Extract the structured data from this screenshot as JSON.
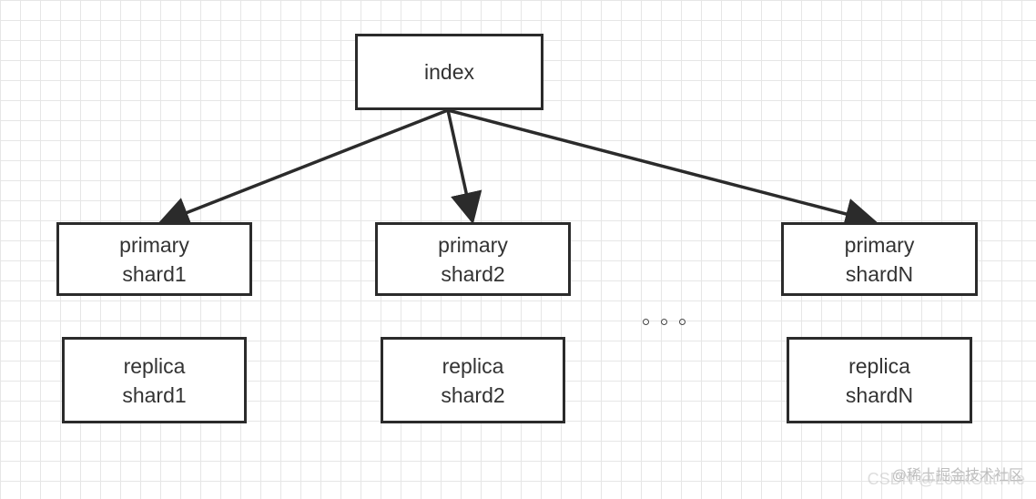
{
  "index": {
    "label": "index"
  },
  "primaries": [
    {
      "line1": "primary",
      "line2": "shard1"
    },
    {
      "line1": "primary",
      "line2": "shard2"
    },
    {
      "line1": "primary",
      "line2": "shardN"
    }
  ],
  "replicas": [
    {
      "line1": "replica",
      "line2": "shard1"
    },
    {
      "line1": "replica",
      "line2": "shard2"
    },
    {
      "line1": "replica",
      "line2": "shardN"
    }
  ],
  "watermark": {
    "site": "@稀土掘金技术社区",
    "author": "CSDN @LookOutThe"
  },
  "colors": {
    "stroke": "#2b2b2b",
    "text": "#333333",
    "grid": "#e6e6e6"
  }
}
